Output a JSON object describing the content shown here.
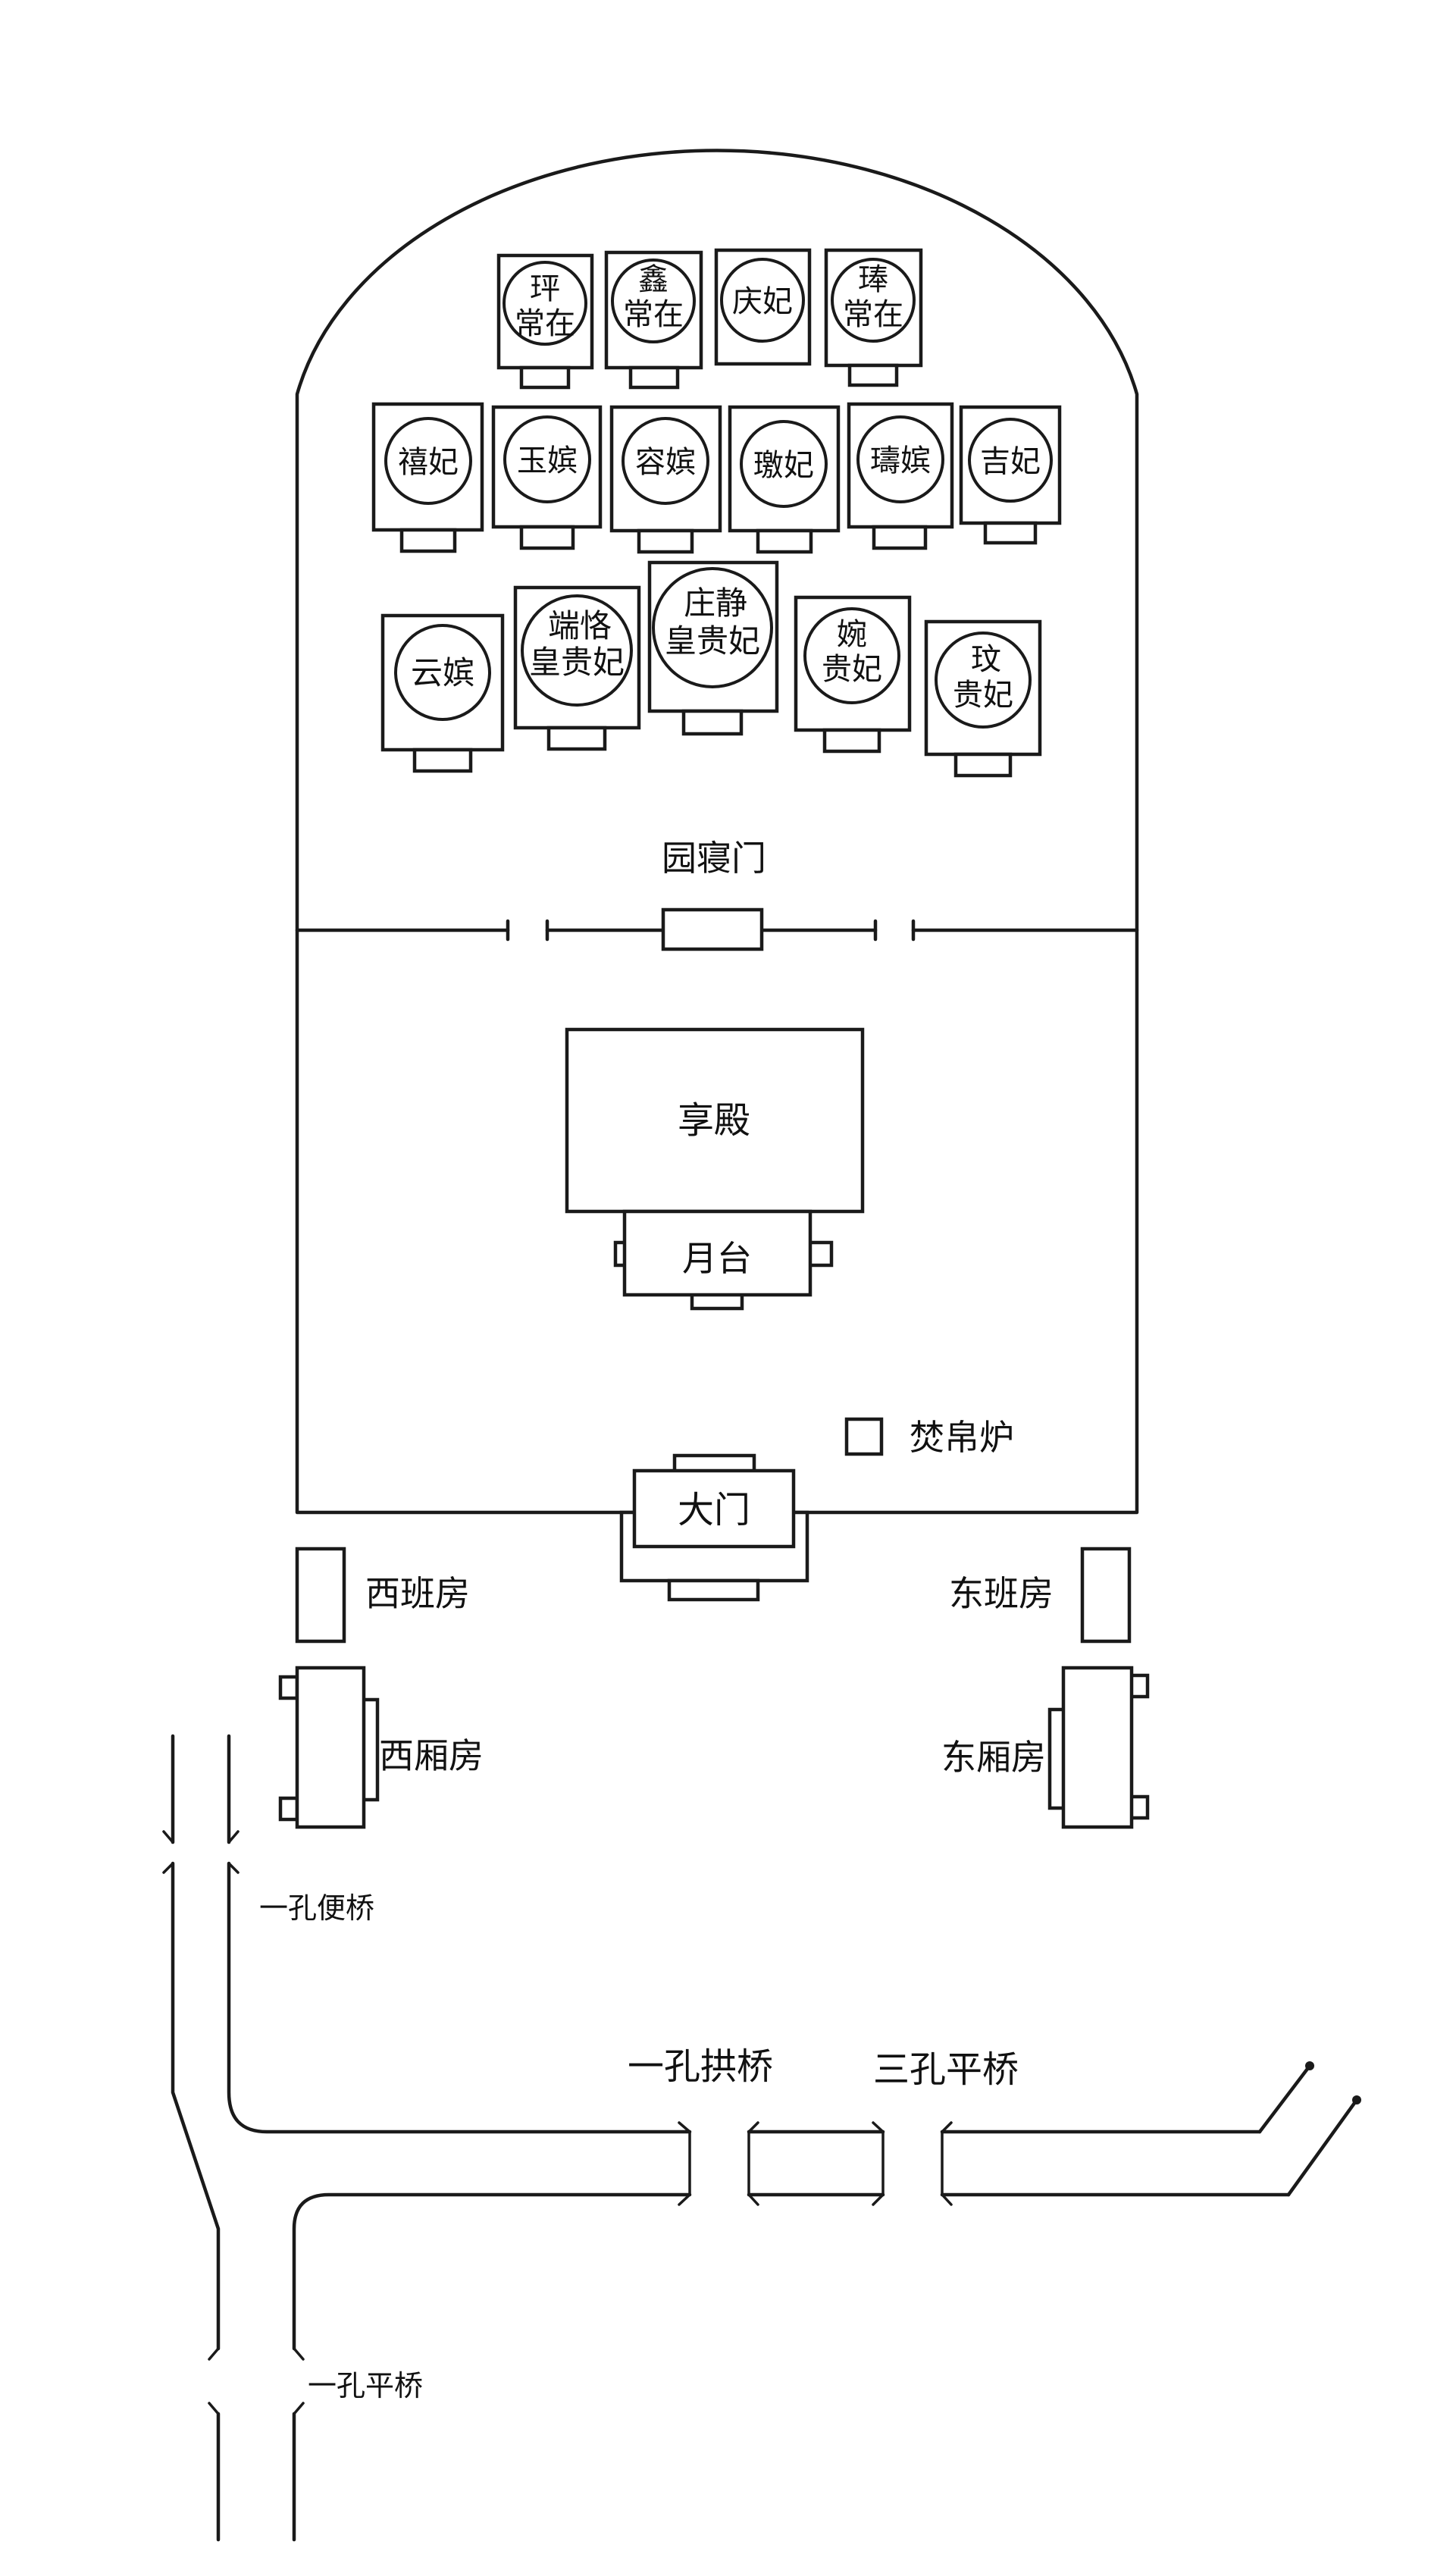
{
  "tombs": {
    "row1": [
      {
        "line1": "玶",
        "line2": "常在"
      },
      {
        "line1": "鑫",
        "line2": "常在"
      },
      {
        "line1": "庆妃",
        "line2": ""
      },
      {
        "line1": "琫",
        "line2": "常在"
      }
    ],
    "row2": [
      {
        "line1": "禧妃",
        "line2": ""
      },
      {
        "line1": "玉嫔",
        "line2": ""
      },
      {
        "line1": "容嫔",
        "line2": ""
      },
      {
        "line1": "璬妃",
        "line2": ""
      },
      {
        "line1": "璹嫔",
        "line2": ""
      },
      {
        "line1": "吉妃",
        "line2": ""
      }
    ],
    "row3": [
      {
        "line1": "云嫔",
        "line2": ""
      },
      {
        "line1": "端恪",
        "line2": "皇贵妃"
      },
      {
        "line1": "庄静",
        "line2": "皇贵妃"
      },
      {
        "line1": "婉",
        "line2": "贵妃"
      },
      {
        "line1": "玟",
        "line2": "贵妃"
      }
    ]
  },
  "buildings": {
    "yuanqin_gate": "园寝门",
    "xiang_hall": "享殿",
    "yue_tai": "月台",
    "burner": "焚帛炉",
    "main_gate": "大门",
    "west_duty": "西班房",
    "east_duty": "东班房",
    "west_wing": "西厢房",
    "east_wing": "东厢房"
  },
  "bridges": {
    "one_arch_convenience": "一孔便桥",
    "one_arch_arched": "一孔拱桥",
    "three_arch_flat": "三孔平桥",
    "one_arch_flat": "一孔平桥"
  }
}
